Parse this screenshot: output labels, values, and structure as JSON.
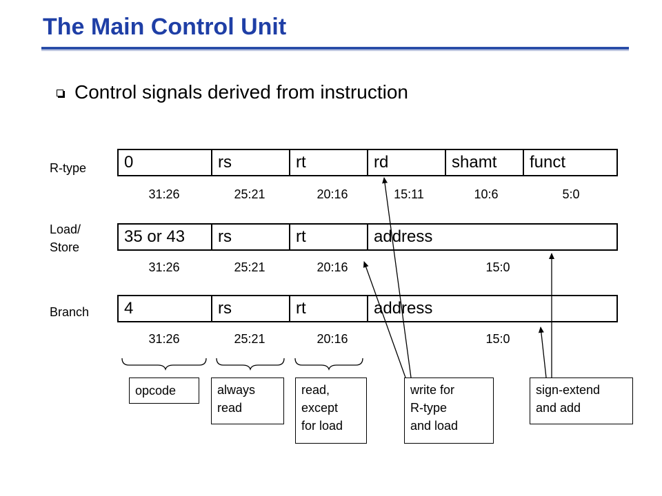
{
  "title": "The Main Control Unit",
  "bullet": "Control signals derived from instruction",
  "formats": [
    {
      "label": "R-type",
      "fields": [
        "0",
        "rs",
        "rt",
        "rd",
        "shamt",
        "funct"
      ],
      "bits": [
        "31:26",
        "25:21",
        "20:16",
        "15:11",
        "10:6",
        "5:0"
      ]
    },
    {
      "label": "Load/\nStore",
      "fields": [
        "35 or 43",
        "rs",
        "rt",
        "address"
      ],
      "bits": [
        "31:26",
        "25:21",
        "20:16",
        "15:0"
      ]
    },
    {
      "label": "Branch",
      "fields": [
        "4",
        "rs",
        "rt",
        "address"
      ],
      "bits": [
        "31:26",
        "25:21",
        "20:16",
        "15:0"
      ]
    }
  ],
  "callouts": [
    "opcode",
    "always\nread",
    "read,\nexcept\nfor load",
    "write for\nR-type\nand load",
    "sign-extend\nand add"
  ]
}
